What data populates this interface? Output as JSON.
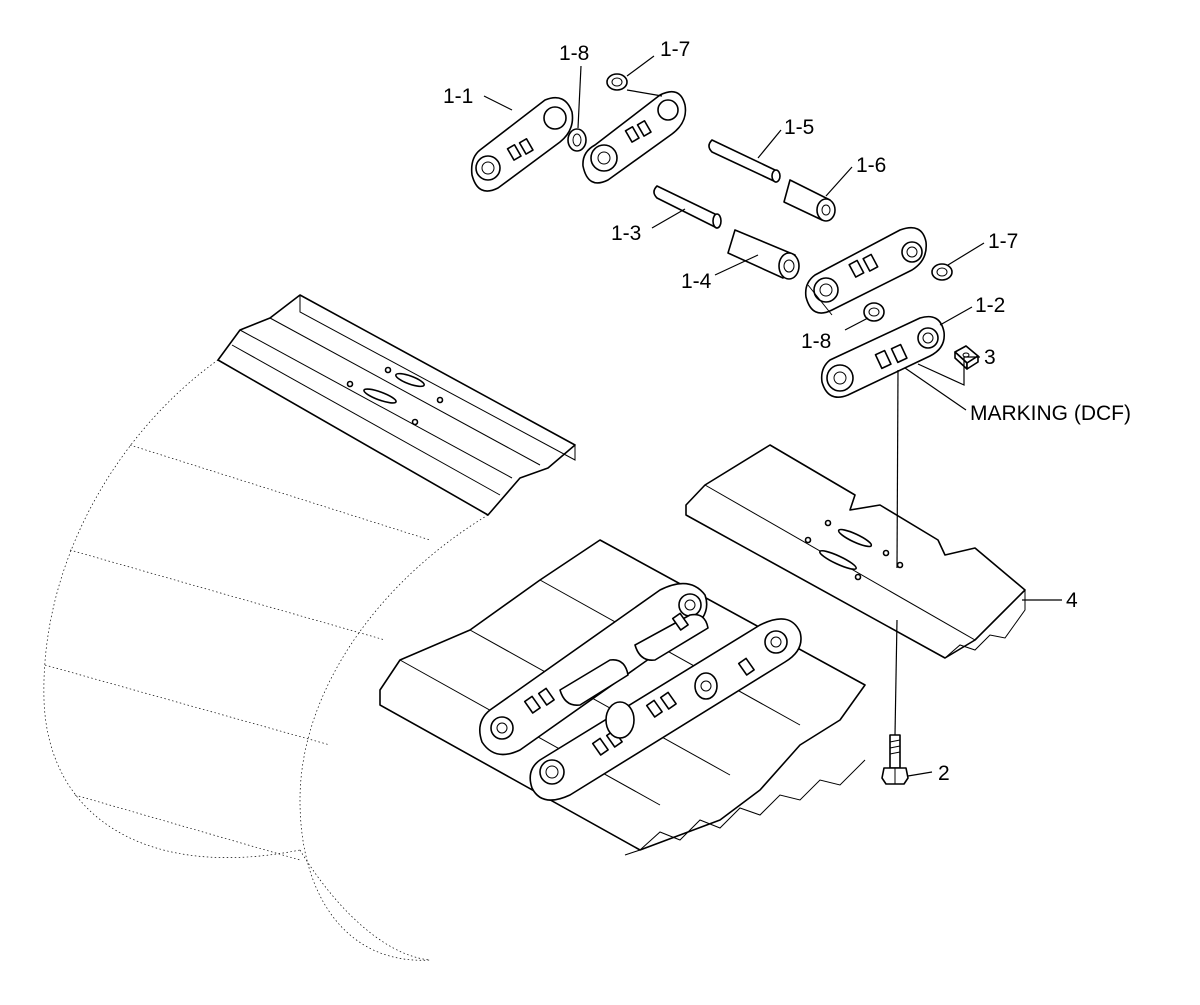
{
  "callouts": {
    "c1_1": "1-1",
    "c1_8_top": "1-8",
    "c1_7_top": "1-7",
    "c1_5": "1-5",
    "c1_6": "1-6",
    "c1_3": "1-3",
    "c1_4": "1-4",
    "c1_7_right": "1-7",
    "c1_8_bottom": "1-8",
    "c1_2": "1-2",
    "c3": "3",
    "marking": "MARKING (DCF)",
    "c4": "4",
    "c2": "2"
  }
}
